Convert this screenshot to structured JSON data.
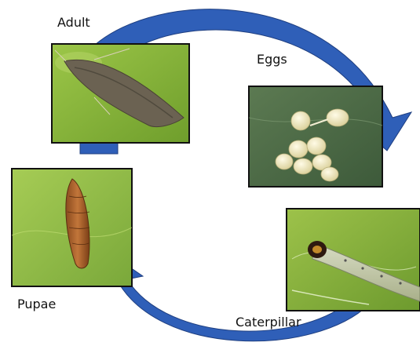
{
  "diagram": {
    "stages": [
      {
        "id": "adult",
        "label": "Adult"
      },
      {
        "id": "eggs",
        "label": "Eggs"
      },
      {
        "id": "caterpillar",
        "label": "Caterpillar"
      },
      {
        "id": "pupae",
        "label": "Pupae"
      }
    ],
    "colors": {
      "arrow_fill": "#2f5fb8",
      "arrow_stroke": "#1f3f80",
      "leaf_green": "#8ab83a",
      "frame": "#111111"
    }
  }
}
